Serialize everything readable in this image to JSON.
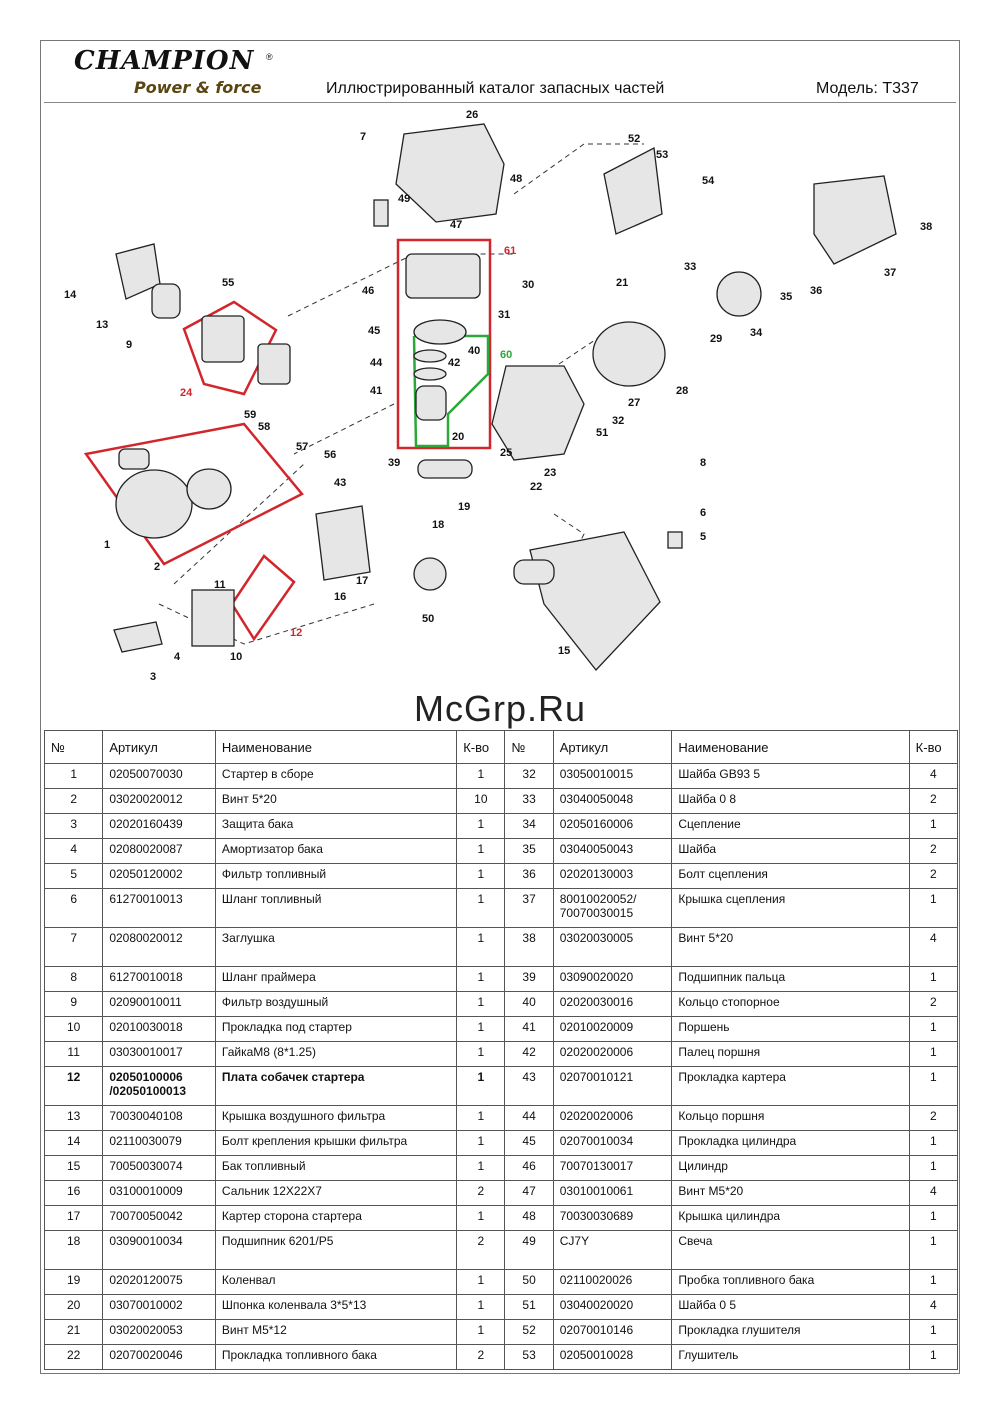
{
  "header": {
    "brand": "CHAMPION",
    "tagline": "Power & force",
    "title": "Иллюстрированный каталог запасных частей",
    "model": "Модель: T337"
  },
  "watermark": "McGrp.Ru",
  "diagram": {
    "labels": [
      "1",
      "2",
      "3",
      "4",
      "5",
      "6",
      "7",
      "8",
      "9",
      "10",
      "11",
      "12",
      "13",
      "14",
      "15",
      "16",
      "17",
      "18",
      "19",
      "20",
      "21",
      "22",
      "23",
      "24",
      "25",
      "26",
      "27",
      "28",
      "29",
      "30",
      "31",
      "32",
      "33",
      "34",
      "35",
      "36",
      "37",
      "38",
      "39",
      "40",
      "41",
      "42",
      "43",
      "44",
      "45",
      "46",
      "47",
      "48",
      "49",
      "50",
      "51",
      "52",
      "53",
      "54",
      "55",
      "56",
      "57",
      "58",
      "59",
      "60",
      "61"
    ]
  },
  "table": {
    "columns": [
      "№",
      "Артикул",
      "Наименование",
      "К-во",
      "№",
      "Артикул",
      "Наименование",
      "К-во"
    ],
    "rows": [
      [
        "1",
        "02050070030",
        "Стартер в сборе",
        "1",
        "32",
        "03050010015",
        "Шайба GB93 5",
        "4"
      ],
      [
        "2",
        "03020020012",
        "Винт 5*20",
        "10",
        "33",
        "03040050048",
        "Шайба  0 8",
        "2"
      ],
      [
        "3",
        "02020160439",
        "Защита бака",
        "1",
        "34",
        "02050160006",
        "Сцепление",
        "1"
      ],
      [
        "4",
        "02080020087",
        "Амортизатор бака",
        "1",
        "35",
        "03040050043",
        "Шайба",
        "2"
      ],
      [
        "5",
        "02050120002",
        "Фильтр топливный",
        "1",
        "36",
        "02020130003",
        "Болт сцепления",
        "2"
      ],
      [
        "6",
        "61270010013",
        "Шланг топливный",
        "1",
        "37",
        "80010020052/ 70070030015",
        "Крышка сцепления",
        "1"
      ],
      [
        "7",
        "02080020012",
        "Заглушка",
        "1",
        "38",
        "03020030005",
        "Винт 5*20",
        "4"
      ],
      [
        "8",
        "61270010018",
        "Шланг праймера",
        "1",
        "39",
        "03090020020",
        "Подшипник пальца",
        "1"
      ],
      [
        "9",
        "02090010011",
        "Фильтр воздушный",
        "1",
        "40",
        "02020030016",
        "Кольцо стопорное",
        "2"
      ],
      [
        "10",
        "02010030018",
        "Прокладка под стартер",
        "1",
        "41",
        "02010020009",
        "Поршень",
        "1"
      ],
      [
        "11",
        "03030010017",
        "ГайкаМ8 (8*1.25)",
        "1",
        "42",
        "02020020006",
        "Палец поршня",
        "1"
      ],
      [
        "12",
        "02050100006 /02050100013",
        "Плата собачек стартера",
        "1",
        "43",
        "02070010121",
        "Прокладка картера",
        "1"
      ],
      [
        "13",
        "70030040108",
        "Крышка воздушного фильтра",
        "1",
        "44",
        "02020020006",
        "Кольцо поршня",
        "2"
      ],
      [
        "14",
        "02110030079",
        "Болт крепления крышки фильтра",
        "1",
        "45",
        "02070010034",
        "Прокладка цилиндра",
        "1"
      ],
      [
        "15",
        "70050030074",
        "Бак топливный",
        "1",
        "46",
        "70070130017",
        "Цилиндр",
        "1"
      ],
      [
        "16",
        "03100010009",
        "Сальник 12X22X7",
        "2",
        "47",
        "03010010061",
        "Винт  M5*20",
        "4"
      ],
      [
        "17",
        "70070050042",
        "Картер сторона стартера",
        "1",
        "48",
        "70030030689",
        "Крышка цилиндра",
        "1"
      ],
      [
        "18",
        "03090010034",
        "Подшипник 6201/P5",
        "2",
        "49",
        "CJ7Y",
        "Свеча",
        "1"
      ],
      [
        "19",
        "02020120075",
        "Коленвал",
        "1",
        "50",
        "02110020026",
        "Пробка топливного бака",
        "1"
      ],
      [
        "20",
        "03070010002",
        "Шпонка коленвала 3*5*13",
        "1",
        "51",
        "03040020020",
        "Шайба 0 5",
        "4"
      ],
      [
        "21",
        "03020020053",
        "Винт M5*12",
        "1",
        "52",
        "02070010146",
        "Прокладка глушителя",
        "1"
      ],
      [
        "22",
        "02070020046",
        "Прокладка топливного бака",
        "2",
        "53",
        "02050010028",
        "Глушитель",
        "1"
      ]
    ]
  }
}
